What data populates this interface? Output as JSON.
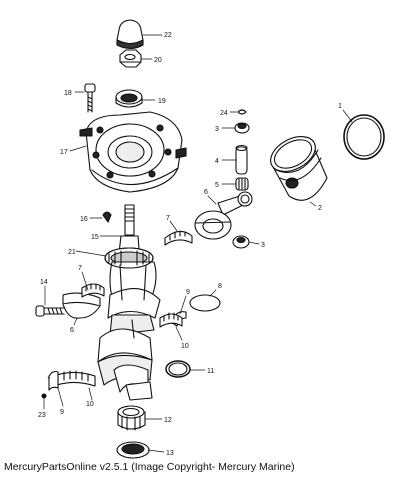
{
  "caption": "MercuryPartsOnline v2.5.1 (Image Copyright- Mercury Marine)",
  "callouts": {
    "p1": "1",
    "p2": "2",
    "p3a": "3",
    "p3b": "3",
    "p4": "4",
    "p5": "5",
    "p6a": "6",
    "p6b": "6",
    "p7a": "7",
    "p7b": "7",
    "p8": "8",
    "p9a": "9",
    "p9b": "9",
    "p10a": "10",
    "p10b": "10",
    "p11": "11",
    "p12": "12",
    "p13": "13",
    "p14": "14",
    "p15": "15",
    "p16": "16",
    "p17": "17",
    "p18": "18",
    "p19": "19",
    "p20": "20",
    "p21": "21",
    "p22": "22",
    "p23": "23",
    "p24": "24"
  }
}
